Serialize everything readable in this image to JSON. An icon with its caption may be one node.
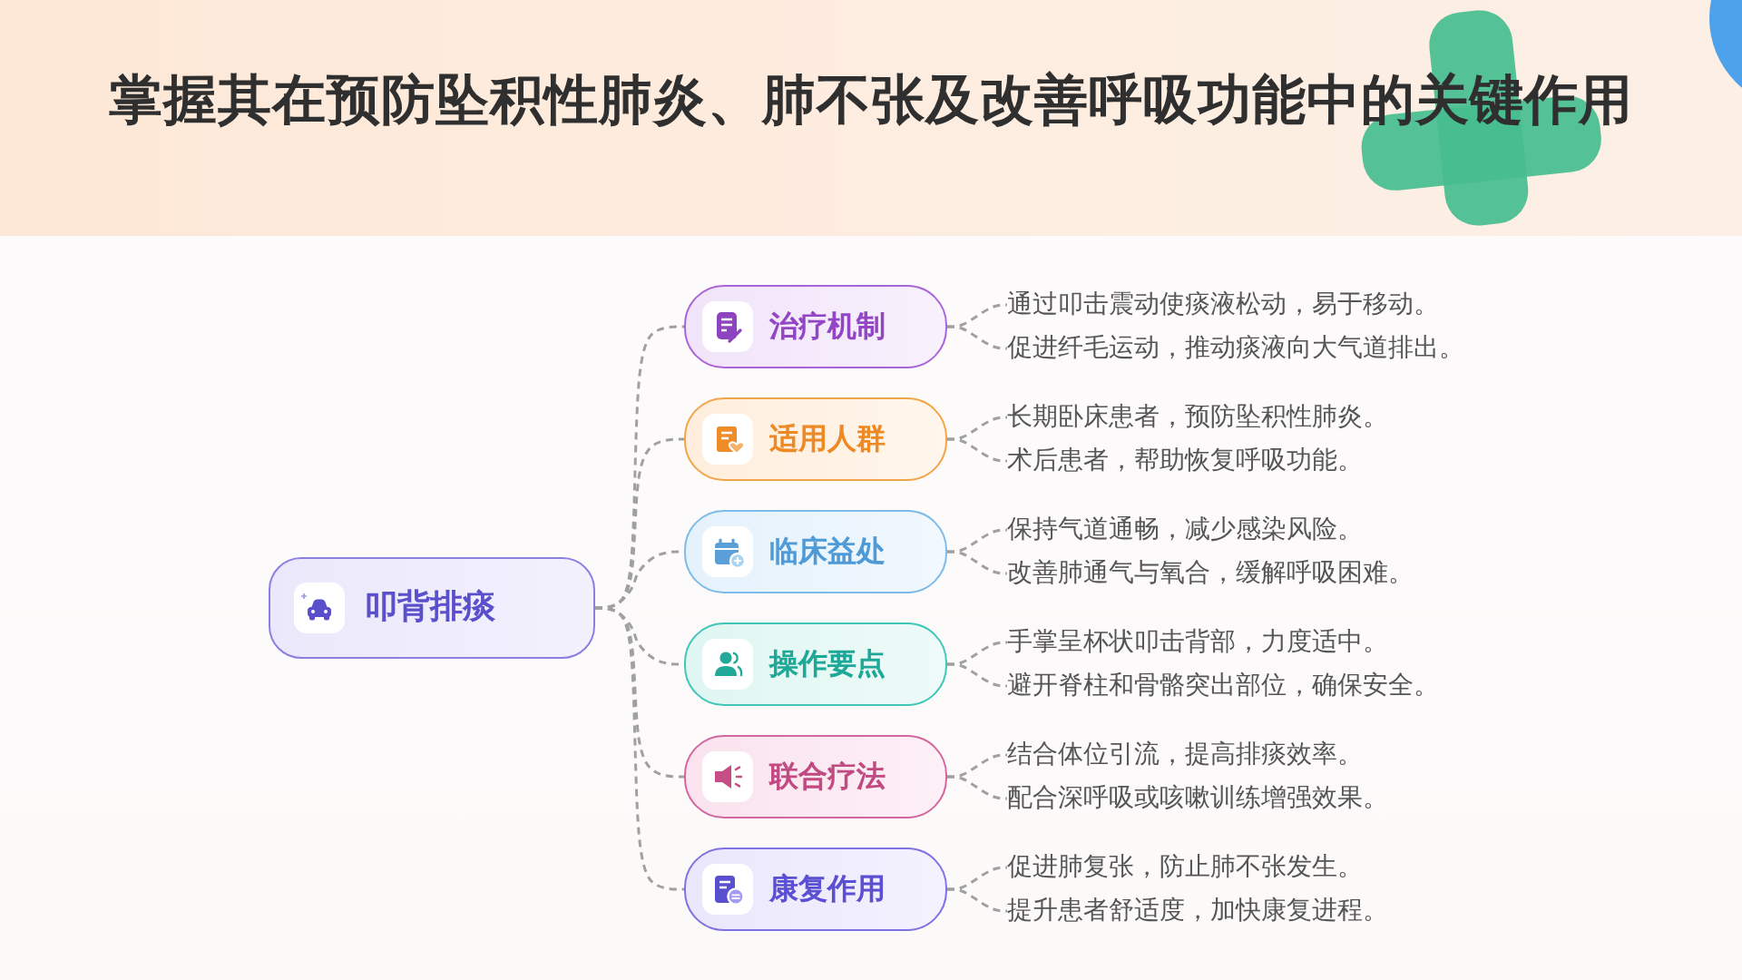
{
  "diagram": {
    "title": "掌握其在预防坠积性肺炎、肺不张及改善呼吸功能中的关键作用",
    "nodes": [
      {
        "text": [
          "叩背排痰"
        ]
      },
      {
        "text": [
          "治疗机制"
        ]
      },
      {
        "text": [
          "通过叩击震动使痰液松动，易于移动。"
        ]
      },
      {
        "text": [
          "促进纤毛运动，推动痰液向大气道排出。"
        ]
      },
      {
        "text": [
          "适用人群"
        ]
      },
      {
        "text": [
          "长期卧床患者，预防坠积性肺炎。"
        ]
      },
      {
        "text": [
          "术后患者，帮助恢复呼吸功能。"
        ]
      },
      {
        "text": [
          "临床益处"
        ]
      },
      {
        "text": [
          "保持气道通畅，减少感染风险。"
        ]
      },
      {
        "text": [
          "改善肺通气与氧合，缓解呼吸困难。"
        ]
      },
      {
        "text": [
          "操作要点"
        ]
      },
      {
        "text": [
          "手掌呈杯状叩击背部，力度适中。"
        ]
      },
      {
        "text": [
          "避开脊柱和骨骼突出部位，确保安全。"
        ]
      },
      {
        "text": [
          "联合疗法"
        ]
      },
      {
        "text": [
          "结合体位引流，提高排痰效率。"
        ]
      },
      {
        "text": [
          "配合深呼吸或咳嗽训练增强效果。"
        ]
      },
      {
        "text": [
          "康复作用"
        ]
      },
      {
        "text": [
          "促进肺复张，防止肺不张发生。"
        ]
      },
      {
        "text": [
          "提升患者舒适度，加快康复进程。"
        ]
      }
    ],
    "edges": [
      {
        "from": 0,
        "to": 1,
        "arrow": "none"
      },
      {
        "from": 0,
        "to": 4,
        "arrow": "none"
      },
      {
        "from": 0,
        "to": 7,
        "arrow": "none"
      },
      {
        "from": 0,
        "to": 10,
        "arrow": "none"
      },
      {
        "from": 0,
        "to": 13,
        "arrow": "none"
      },
      {
        "from": 0,
        "to": 16,
        "arrow": "none"
      },
      {
        "from": 1,
        "to": 2,
        "arrow": "none"
      },
      {
        "from": 1,
        "to": 3,
        "arrow": "none"
      },
      {
        "from": 4,
        "to": 5,
        "arrow": "none"
      },
      {
        "from": 4,
        "to": 6,
        "arrow": "none"
      },
      {
        "from": 7,
        "to": 8,
        "arrow": "none"
      },
      {
        "from": 7,
        "to": 9,
        "arrow": "none"
      },
      {
        "from": 10,
        "to": 11,
        "arrow": "none"
      },
      {
        "from": 10,
        "to": 12,
        "arrow": "none"
      },
      {
        "from": 13,
        "to": 14,
        "arrow": "none"
      },
      {
        "from": 13,
        "to": 15,
        "arrow": "none"
      },
      {
        "from": 16,
        "to": 17,
        "arrow": "none"
      },
      {
        "from": 16,
        "to": 18,
        "arrow": "none"
      }
    ]
  }
}
